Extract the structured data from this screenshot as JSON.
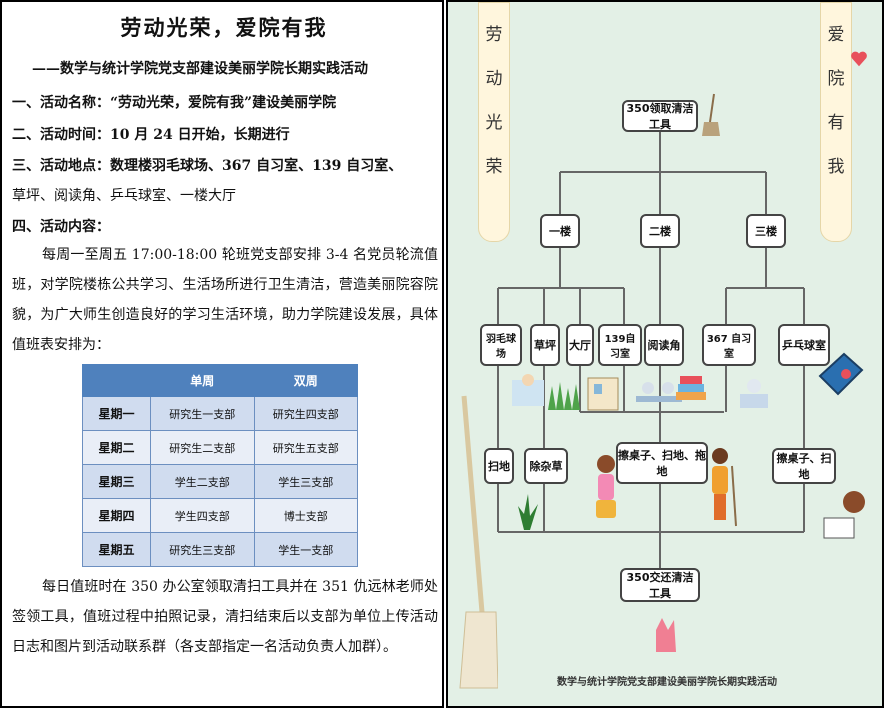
{
  "doc": {
    "title": "劳动光荣，爱院有我",
    "subtitle": "——数学与统计学院党支部建设美丽学院长期实践活动",
    "line1": "一、活动名称：“劳动光荣，爱院有我”建设美丽学院",
    "line2": "二、活动时间：10 月 24 日开始，长期进行",
    "line3a": "三、活动地点：数理楼羽毛球场、367 自习室、139 自习室、",
    "line3b": "草坪、阅读角、乒乓球室、一楼大厅",
    "line4": "四、活动内容：",
    "para1": "每周一至周五 17:00-18:00 轮班党支部安排 3-4 名党员轮流值班，对学院楼栋公共学习、生活场所进行卫生清洁，营造美丽院容院貌，为广大师生创造良好的学习生活环境，助力学院建设发展，具体值班表安排为：",
    "para2": "每日值班时在 350 办公室领取清扫工具并在 351 仇远林老师处签领工具，值班过程中拍照记录，清扫结束后以支部为单位上传活动日志和图片到活动联系群（各支部指定一名活动负责人加群）。",
    "table": {
      "headers": [
        "",
        "单周",
        "双周"
      ],
      "rows": [
        [
          "星期一",
          "研究生一支部",
          "研究生四支部"
        ],
        [
          "星期二",
          "研究生二支部",
          "研究生五支部"
        ],
        [
          "星期三",
          "学生二支部",
          "学生三支部"
        ],
        [
          "星期四",
          "学生四支部",
          "博士支部"
        ],
        [
          "星期五",
          "研究生三支部",
          "学生一支部"
        ]
      ]
    }
  },
  "poster": {
    "left_scroll": "劳动光荣",
    "right_scroll": "爱院有我",
    "start": "350领取清洁工具",
    "floors": [
      "一楼",
      "二楼",
      "三楼"
    ],
    "rooms": [
      "羽毛球场",
      "草坪",
      "大厅",
      "139自习室",
      "阅读角",
      "367 自习室",
      "乒乓球室"
    ],
    "tasks": [
      "扫地",
      "除杂草",
      "擦桌子、扫地、拖地",
      "擦桌子、扫地"
    ],
    "end": "350交还清洁工具",
    "footer": "数学与统计学院党支部建设美丽学院长期实践活动",
    "colors": {
      "background": "#e3f0e6",
      "table_header": "#4f81bd",
      "table_row_a": "#d0dcef",
      "table_row_b": "#e9eef7"
    }
  }
}
